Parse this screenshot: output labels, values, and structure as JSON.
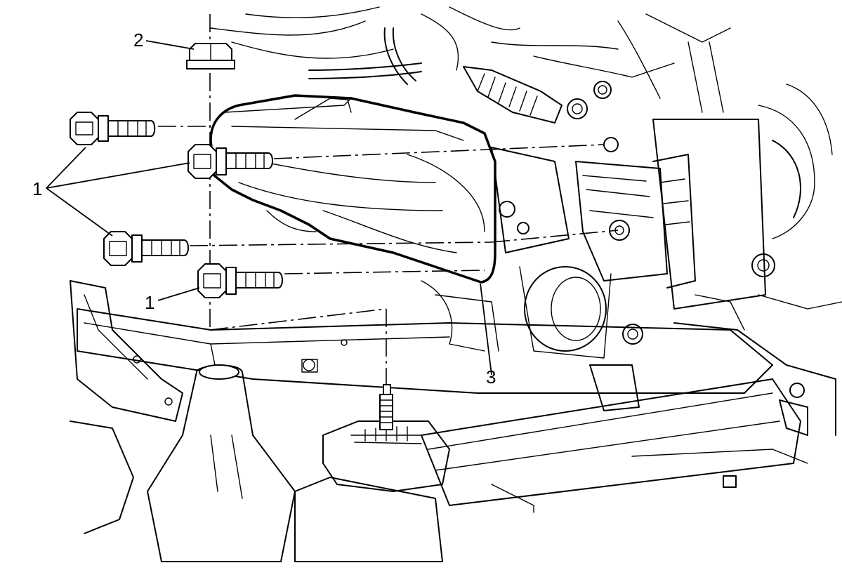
{
  "callouts": [
    {
      "id": "label-2",
      "text": "2"
    },
    {
      "id": "label-1-top",
      "text": "1"
    },
    {
      "id": "label-1-bottom",
      "text": "1"
    },
    {
      "id": "label-3",
      "text": "3"
    }
  ]
}
